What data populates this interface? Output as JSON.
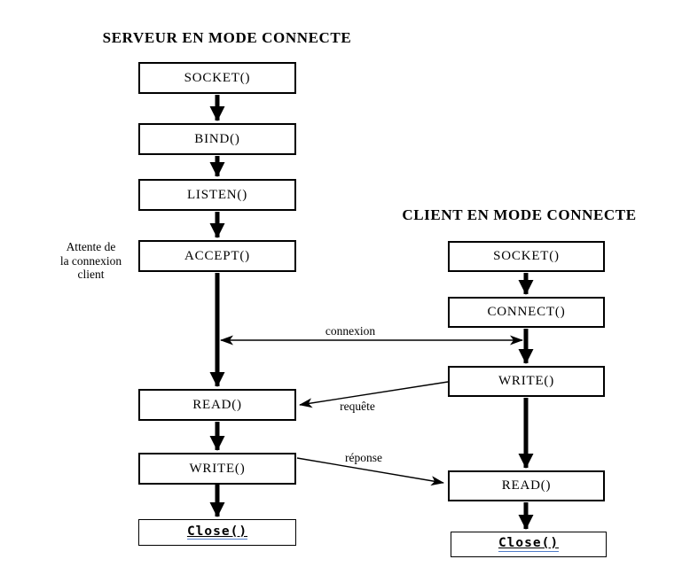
{
  "diagram": {
    "server": {
      "title": "SERVEUR EN MODE CONNECTE",
      "side_note": "Attente de\nla connexion\nclient",
      "nodes": [
        {
          "label": "SOCKET()"
        },
        {
          "label": "BIND()"
        },
        {
          "label": "LISTEN()"
        },
        {
          "label": "ACCEPT()"
        },
        {
          "label": "READ()"
        },
        {
          "label": "WRITE()"
        },
        {
          "label": "Close()"
        }
      ]
    },
    "client": {
      "title": "CLIENT EN MODE CONNECTE",
      "nodes": [
        {
          "label": "SOCKET()"
        },
        {
          "label": "CONNECT()"
        },
        {
          "label": "WRITE()"
        },
        {
          "label": "READ()"
        },
        {
          "label": "Close()"
        }
      ]
    },
    "edges": {
      "connexion": "connexion",
      "requete": "requête",
      "reponse": "réponse"
    },
    "colors": {
      "background": "#ffffff",
      "line": "#000000",
      "box_border": "#000000",
      "text": "#000000",
      "close_underline": "#4f7cc9"
    }
  }
}
